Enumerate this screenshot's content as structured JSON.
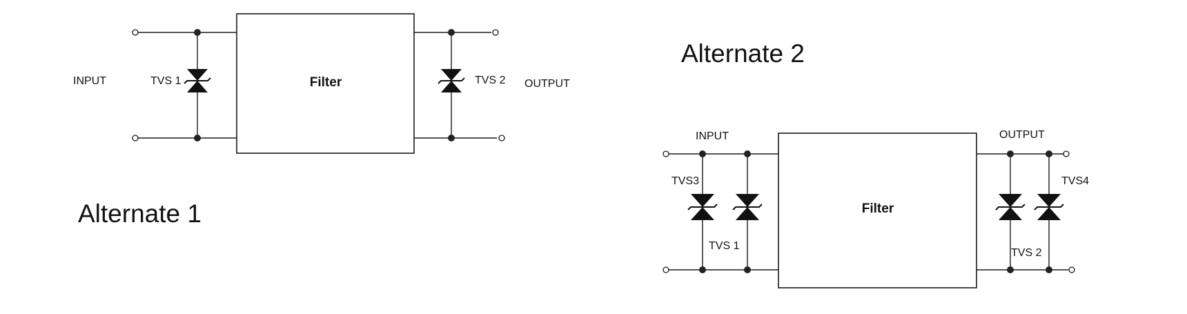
{
  "alternate1": {
    "caption": "Alternate 1",
    "input_label": "INPUT",
    "output_label": "OUTPUT",
    "filter_label": "Filter",
    "tvs_left": "TVS 1",
    "tvs_right": "TVS 2"
  },
  "alternate2": {
    "caption": "Alternate 2",
    "input_label": "INPUT",
    "output_label": "OUTPUT",
    "filter_label": "Filter",
    "tvs3": "TVS3",
    "tvs1": "TVS 1",
    "tvs2": "TVS 2",
    "tvs4": "TVS4"
  },
  "colors": {
    "ink": "#1a1a1a",
    "background": "#ffffff"
  }
}
